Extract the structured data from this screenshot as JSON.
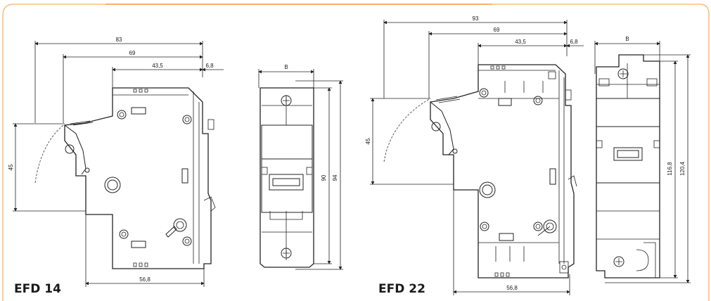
{
  "frame": {
    "accent_color": "#f6b26b",
    "background": "#ffffff"
  },
  "efd14": {
    "label": "EFD 14",
    "dims": {
      "d83": "83",
      "d69": "69",
      "d43_5": "43,5",
      "d6_8": "6,8",
      "d45": "45",
      "d56_8": "56,8",
      "dB": "B",
      "d90": "90",
      "d94": "94"
    }
  },
  "efd22": {
    "label": "EFD 22",
    "dims": {
      "d93": "93",
      "d69": "69",
      "d43_5": "43,5",
      "d6_8": "6,8",
      "d45": "45",
      "d56_8": "56,8",
      "dB": "B",
      "d116_8": "116,8",
      "d120_4": "120,4"
    }
  }
}
